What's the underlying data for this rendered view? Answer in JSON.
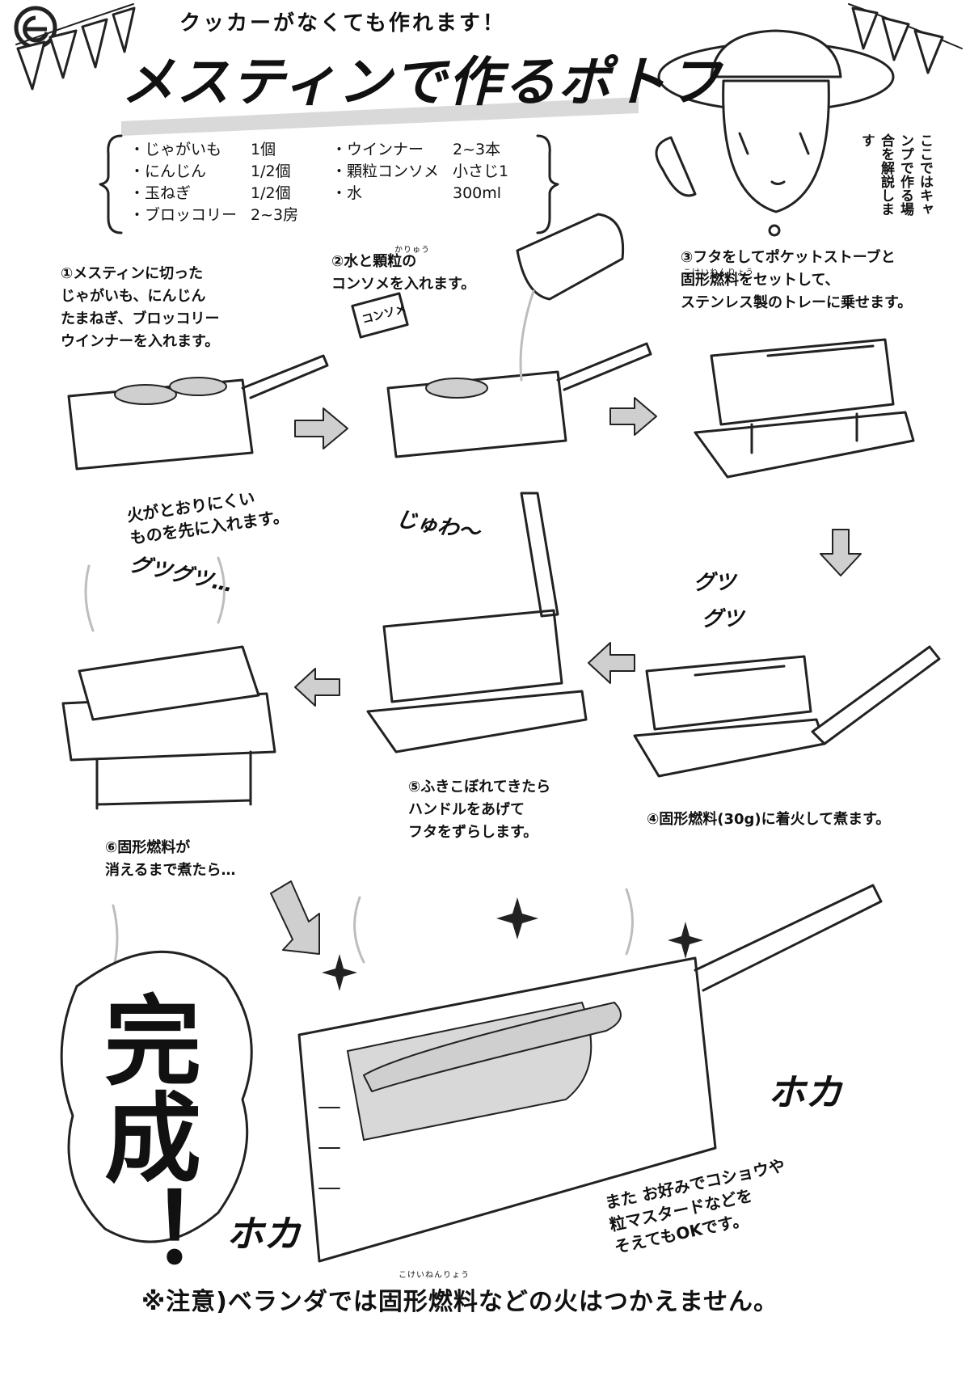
{
  "header": {
    "subtitle": "クッカーがなくても作れます！",
    "title": "メスティンで作るポトフ"
  },
  "ingredients": [
    {
      "name": "・じゃがいも",
      "amount": "1個"
    },
    {
      "name": "・にんじん",
      "amount": "1/2個"
    },
    {
      "name": "・玉ねぎ",
      "amount": "1/2個"
    },
    {
      "name": "・ブロッコリー",
      "amount": "2~3房"
    },
    {
      "name": "・ウインナー",
      "amount": "2~3本"
    },
    {
      "name": "・顆粒コンソメ",
      "amount": "小さじ1"
    },
    {
      "name": "・水",
      "amount": "300ml"
    }
  ],
  "character_note": "ここではキャンプで作る場合を解説します",
  "steps": {
    "step1": "①メスティンに切った\nじゃがいも、にんじん\nたまねぎ、ブロッコリー\nウインナーを入れます。",
    "step2": "②水と顆粒の\nコンソメを入れます。",
    "step2_ruby": "かりゅう",
    "step3": "③フタをしてポケットストーブと\n固形燃料をセットして、\nステンレス製のトレーに乗せます。",
    "step3_ruby": "こけいねんりょう",
    "step4": "④固形燃料(30g)に着火して煮ます。",
    "step5": "⑤ふきこぼれてきたら\nハンドルをあげて\nフタをずらします。",
    "step6": "⑥固形燃料が\n消えるまで煮たら…"
  },
  "notes": {
    "fire_note": "火がとおりにくい\nものを先に入れます。",
    "consomme_label": "コンソメ",
    "topping_note": "また お好みでコショウや\n粒マスタードなどを\nそえてもOKです。"
  },
  "sfx": {
    "juwa": "じゅわ～",
    "gutsu_step4_a": "グツ",
    "gutsu_step4_b": "グツ",
    "gutsu_step6": "グツグツ…",
    "hoka_1": "ホカ",
    "hoka_2": "ホカ"
  },
  "finale": {
    "done": "完成！"
  },
  "footer": {
    "caution": "※注意)ベランダでは固形燃料などの火はつかえません。",
    "caution_ruby": "こけいねんりょう"
  }
}
